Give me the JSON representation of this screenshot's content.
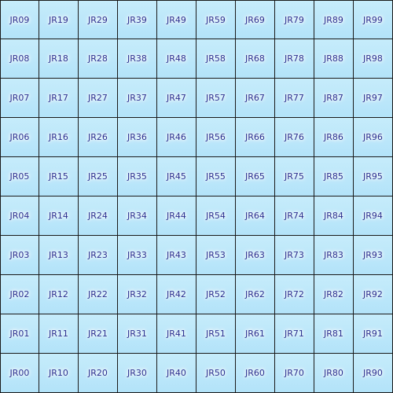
{
  "grid": {
    "rows": [
      [
        "JR09",
        "JR19",
        "JR29",
        "JR39",
        "JR49",
        "JR59",
        "JR69",
        "JR79",
        "JR89",
        "JR99"
      ],
      [
        "JR08",
        "JR18",
        "JR28",
        "JR38",
        "JR48",
        "JR58",
        "JR68",
        "JR78",
        "JR88",
        "JR98"
      ],
      [
        "JR07",
        "JR17",
        "JR27",
        "JR37",
        "JR47",
        "JR57",
        "JR67",
        "JR77",
        "JR87",
        "JR97"
      ],
      [
        "JR06",
        "JR16",
        "JR26",
        "JR36",
        "JR46",
        "JR56",
        "JR66",
        "JR76",
        "JR86",
        "JR96"
      ],
      [
        "JR05",
        "JR15",
        "JR25",
        "JR35",
        "JR45",
        "JR55",
        "JR65",
        "JR75",
        "JR85",
        "JR95"
      ],
      [
        "JR04",
        "JR14",
        "JR24",
        "JR34",
        "JR44",
        "JR54",
        "JR64",
        "JR74",
        "JR84",
        "JR94"
      ],
      [
        "JR03",
        "JR13",
        "JR23",
        "JR33",
        "JR43",
        "JR53",
        "JR63",
        "JR73",
        "JR83",
        "JR93"
      ],
      [
        "JR02",
        "JR12",
        "JR22",
        "JR32",
        "JR42",
        "JR52",
        "JR62",
        "JR72",
        "JR82",
        "JR92"
      ],
      [
        "JR01",
        "JR11",
        "JR21",
        "JR31",
        "JR41",
        "JR51",
        "JR61",
        "JR71",
        "JR81",
        "JR91"
      ],
      [
        "JR00",
        "JR10",
        "JR20",
        "JR30",
        "JR40",
        "JR50",
        "JR60",
        "JR70",
        "JR80",
        "JR90"
      ]
    ]
  },
  "colors": {
    "cell_background": "#bfe9fb",
    "grid_line": "#1a1a1a",
    "label_text": "#2b2f8f",
    "label_glow": "#ffffff"
  }
}
